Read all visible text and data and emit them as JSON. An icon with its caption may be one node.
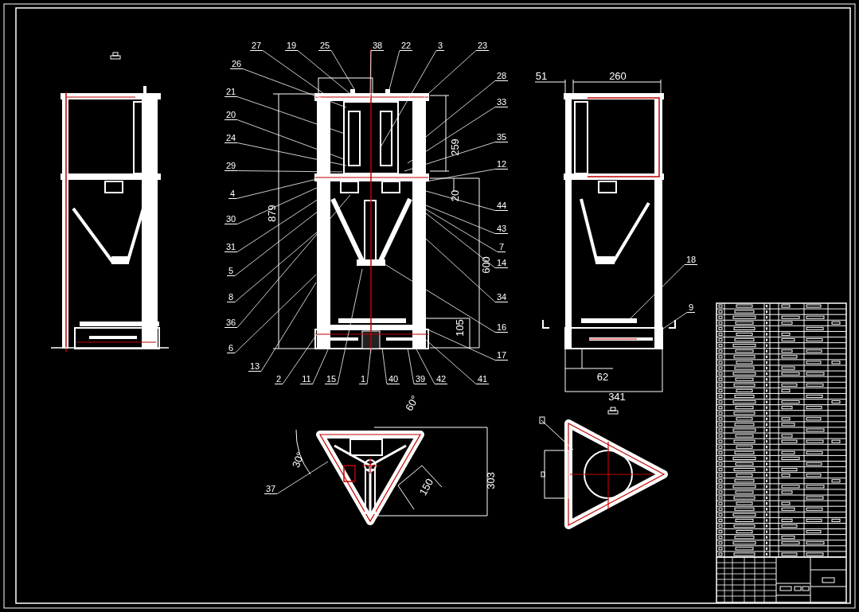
{
  "diagram": {
    "nodes": [
      {
        "text": [
          "27"
        ]
      },
      {
        "text": [
          "19"
        ]
      },
      {
        "text": [
          "25"
        ]
      },
      {
        "text": [
          "38"
        ]
      },
      {
        "text": [
          "22"
        ]
      },
      {
        "text": [
          "3"
        ]
      },
      {
        "text": [
          "23"
        ]
      },
      {
        "text": [
          "26"
        ]
      },
      {
        "text": [
          "28"
        ]
      },
      {
        "text": [
          "21"
        ]
      },
      {
        "text": [
          "33"
        ]
      },
      {
        "text": [
          "20"
        ]
      },
      {
        "text": [
          "35"
        ]
      },
      {
        "text": [
          "24"
        ]
      },
      {
        "text": [
          "29"
        ]
      },
      {
        "text": [
          "12"
        ]
      },
      {
        "text": [
          "4"
        ]
      },
      {
        "text": [
          "44"
        ]
      },
      {
        "text": [
          "30"
        ]
      },
      {
        "text": [
          "43"
        ]
      },
      {
        "text": [
          "7"
        ]
      },
      {
        "text": [
          "31"
        ]
      },
      {
        "text": [
          "14"
        ]
      },
      {
        "text": [
          "5"
        ]
      },
      {
        "text": [
          "8"
        ]
      },
      {
        "text": [
          "34"
        ]
      },
      {
        "text": [
          "36"
        ]
      },
      {
        "text": [
          "16"
        ]
      },
      {
        "text": [
          "6"
        ]
      },
      {
        "text": [
          "17"
        ]
      },
      {
        "text": [
          "13"
        ]
      },
      {
        "text": [
          "2"
        ]
      },
      {
        "text": [
          "11"
        ]
      },
      {
        "text": [
          "15"
        ]
      },
      {
        "text": [
          "1"
        ]
      },
      {
        "text": [
          "40"
        ]
      },
      {
        "text": [
          "39"
        ]
      },
      {
        "text": [
          "42"
        ]
      },
      {
        "text": [
          "41"
        ]
      },
      {
        "text": [
          "18"
        ]
      },
      {
        "text": [
          "9"
        ]
      },
      {
        "text": [
          "37"
        ]
      },
      {
        "text": [],
        "shape": "picture"
      },
      {
        "text": [],
        "shape": "picture"
      },
      {
        "text": [],
        "shape": "picture"
      }
    ],
    "edges": [
      {
        "from": 0,
        "to": 42,
        "arrow": "none"
      },
      {
        "from": 1,
        "to": 42,
        "arrow": "none"
      },
      {
        "from": 2,
        "to": 42,
        "arrow": "none"
      },
      {
        "from": 3,
        "to": 42,
        "arrow": "none"
      },
      {
        "from": 4,
        "to": 42,
        "arrow": "none"
      },
      {
        "from": 5,
        "to": 42,
        "arrow": "none"
      },
      {
        "from": 6,
        "to": 42,
        "arrow": "none"
      },
      {
        "from": 7,
        "to": 42,
        "arrow": "none"
      },
      {
        "from": 8,
        "to": 42,
        "arrow": "none"
      },
      {
        "from": 9,
        "to": 42,
        "arrow": "none"
      },
      {
        "from": 10,
        "to": 42,
        "arrow": "none"
      },
      {
        "from": 11,
        "to": 42,
        "arrow": "none"
      },
      {
        "from": 12,
        "to": 42,
        "arrow": "none"
      },
      {
        "from": 13,
        "to": 42,
        "arrow": "none"
      },
      {
        "from": 14,
        "to": 42,
        "arrow": "none"
      },
      {
        "from": 15,
        "to": 42,
        "arrow": "none"
      },
      {
        "from": 16,
        "to": 42,
        "arrow": "none"
      },
      {
        "from": 17,
        "to": 42,
        "arrow": "none"
      },
      {
        "from": 18,
        "to": 42,
        "arrow": "none"
      },
      {
        "from": 19,
        "to": 42,
        "arrow": "none"
      },
      {
        "from": 20,
        "to": 42,
        "arrow": "none"
      },
      {
        "from": 21,
        "to": 42,
        "arrow": "none"
      },
      {
        "from": 22,
        "to": 42,
        "arrow": "none"
      },
      {
        "from": 23,
        "to": 42,
        "arrow": "none"
      },
      {
        "from": 24,
        "to": 42,
        "arrow": "none"
      },
      {
        "from": 25,
        "to": 42,
        "arrow": "none"
      },
      {
        "from": 26,
        "to": 42,
        "arrow": "none"
      },
      {
        "from": 27,
        "to": 42,
        "arrow": "none"
      },
      {
        "from": 28,
        "to": 42,
        "arrow": "none"
      },
      {
        "from": 29,
        "to": 42,
        "arrow": "none"
      },
      {
        "from": 30,
        "to": 42,
        "arrow": "none"
      },
      {
        "from": 31,
        "to": 42,
        "arrow": "none"
      },
      {
        "from": 32,
        "to": 42,
        "arrow": "none"
      },
      {
        "from": 33,
        "to": 42,
        "arrow": "none"
      },
      {
        "from": 34,
        "to": 42,
        "arrow": "none"
      },
      {
        "from": 35,
        "to": 42,
        "arrow": "none"
      },
      {
        "from": 36,
        "to": 42,
        "arrow": "none"
      },
      {
        "from": 37,
        "to": 42,
        "arrow": "none"
      },
      {
        "from": 38,
        "to": 42,
        "arrow": "none"
      },
      {
        "from": 39,
        "to": 43,
        "arrow": "none"
      },
      {
        "from": 40,
        "to": 43,
        "arrow": "none"
      },
      {
        "from": 41,
        "to": 44,
        "arrow": "none"
      }
    ],
    "labels": [
      "51",
      "260",
      "259",
      "20",
      "879",
      "600",
      "105",
      "62",
      "60°",
      "341",
      "30°",
      "150",
      "303"
    ]
  }
}
